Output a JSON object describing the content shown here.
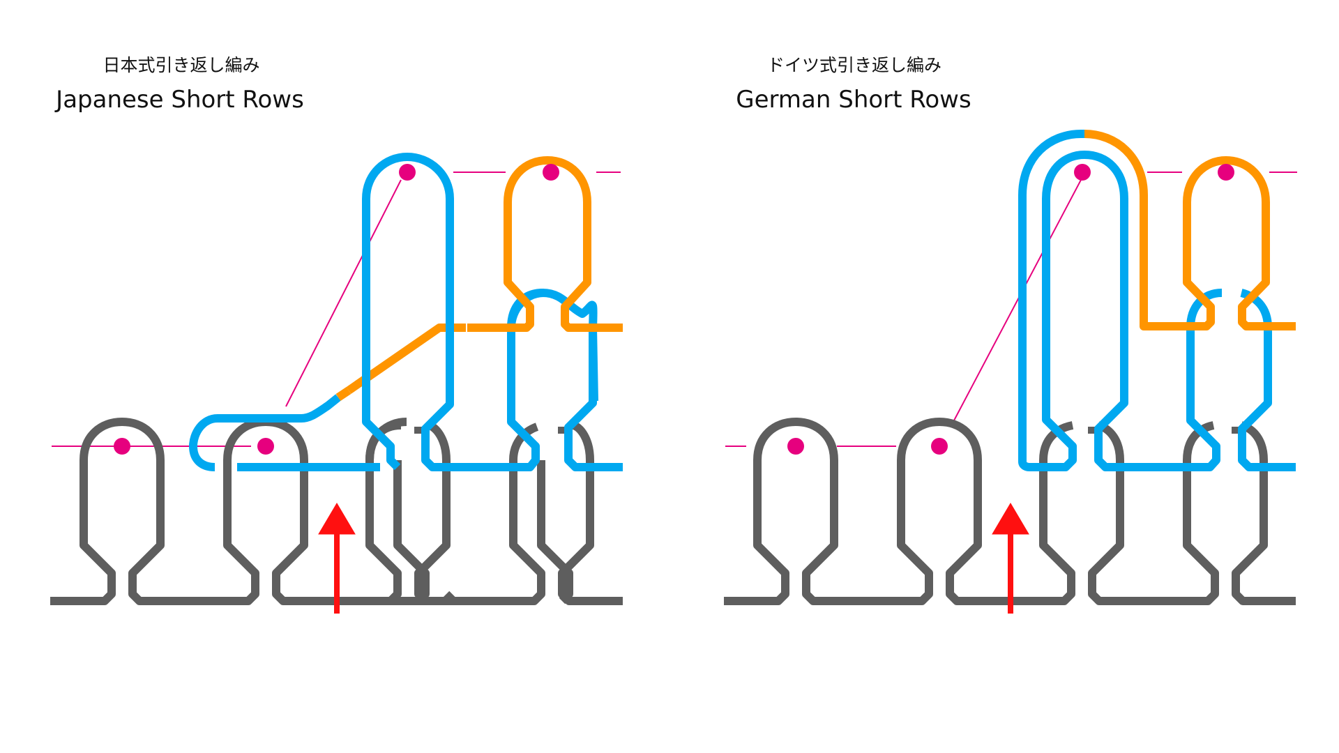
{
  "panels": [
    {
      "title_jp": "日本式引き返し編み",
      "title_en": "Japanese Short Rows"
    },
    {
      "title_jp": "ドイツ式引き返し編み",
      "title_en": "German Short Rows"
    }
  ],
  "colors": {
    "base_yarn": "#5e5e5e",
    "row_yarn_1": "#00a8f0",
    "row_yarn_2": "#ff9500",
    "stitch_marker": "#e6007e",
    "direction_arrow": "#ff1010"
  }
}
